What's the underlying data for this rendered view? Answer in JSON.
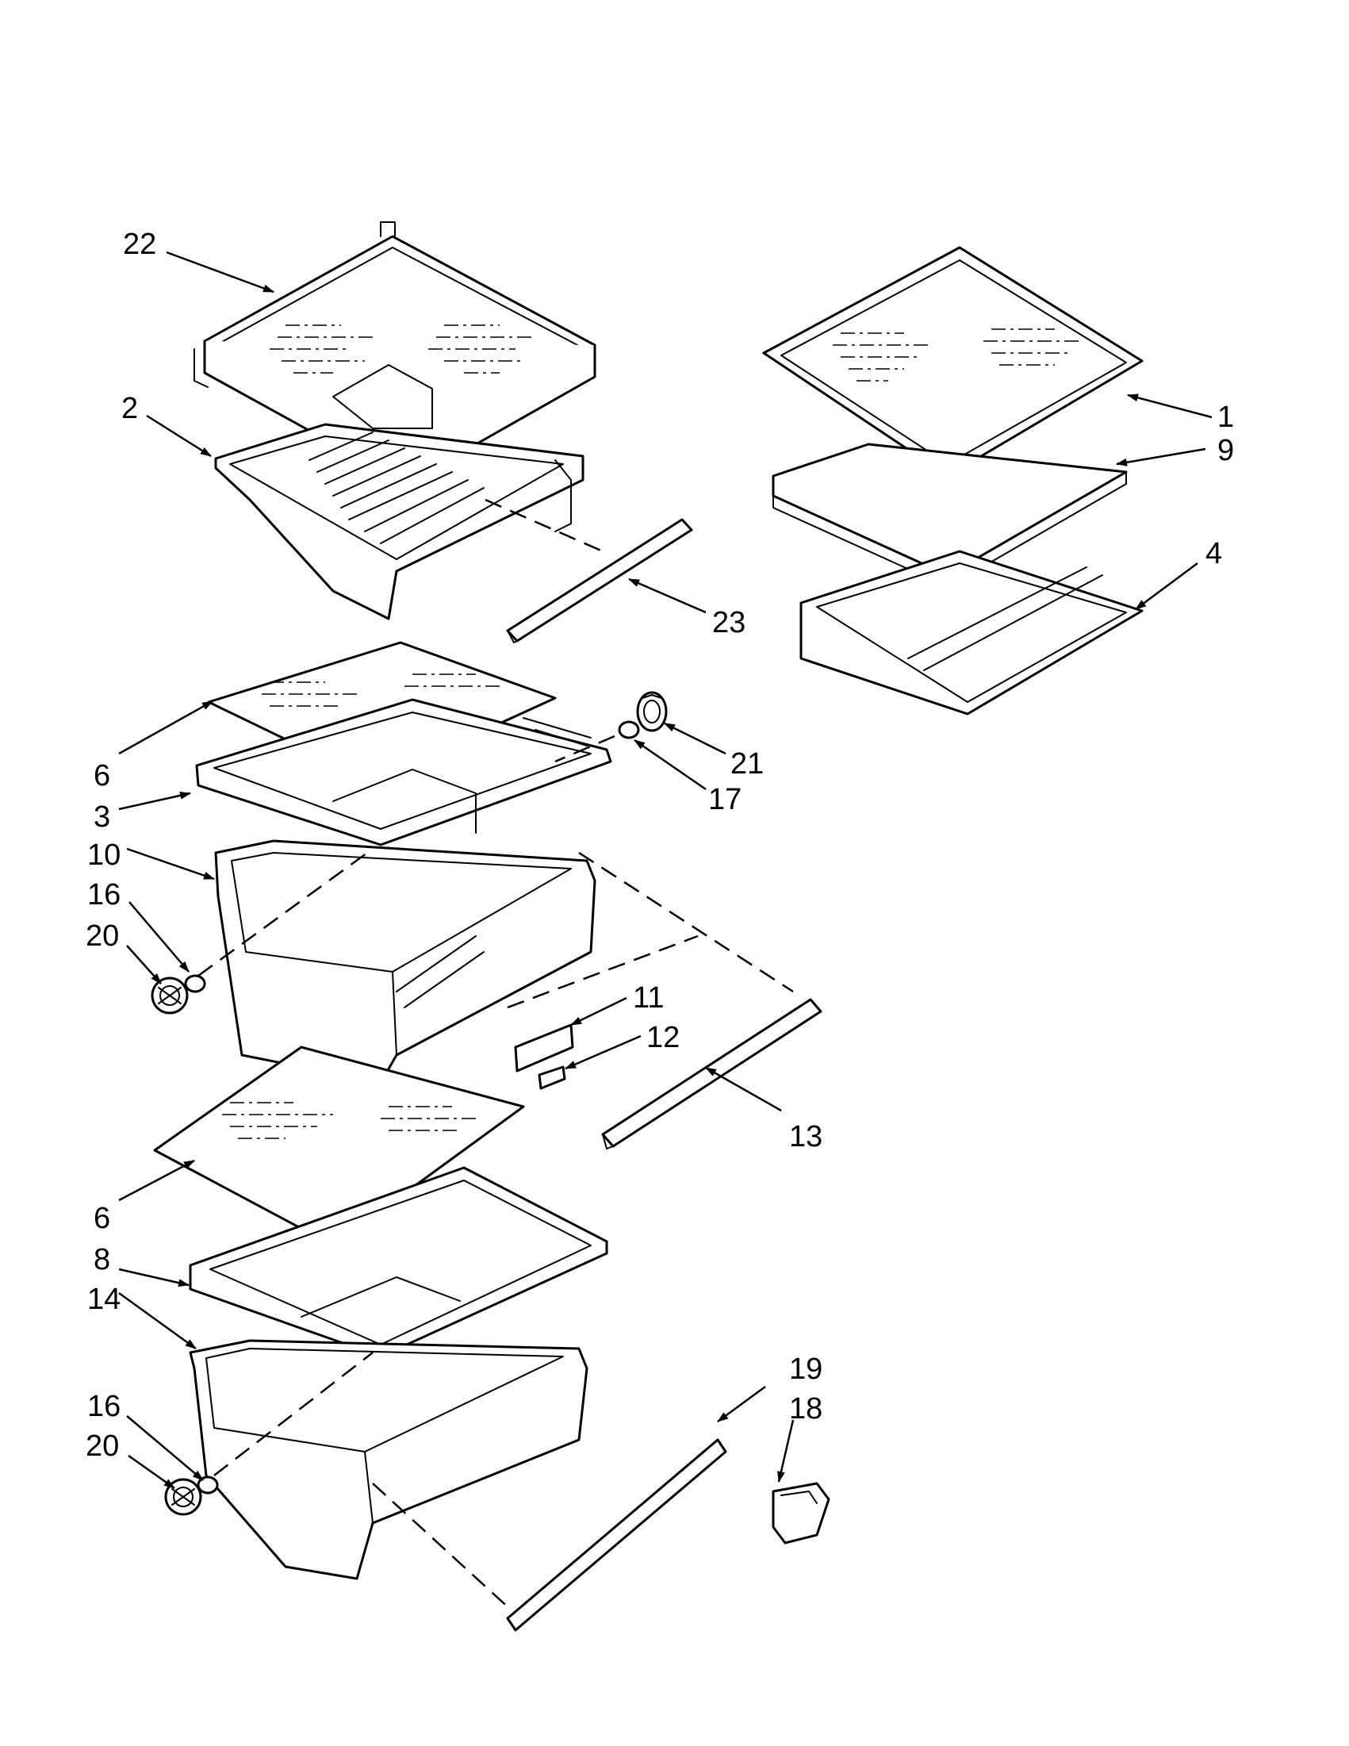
{
  "callouts": [
    {
      "id": "c22",
      "text": "22"
    },
    {
      "id": "c2",
      "text": "2"
    },
    {
      "id": "c1",
      "text": "1"
    },
    {
      "id": "c9",
      "text": "9"
    },
    {
      "id": "c4",
      "text": "4"
    },
    {
      "id": "c23",
      "text": "23"
    },
    {
      "id": "c21",
      "text": "21"
    },
    {
      "id": "c17",
      "text": "17"
    },
    {
      "id": "c6a",
      "text": "6"
    },
    {
      "id": "c3",
      "text": "3"
    },
    {
      "id": "c10",
      "text": "10"
    },
    {
      "id": "c16a",
      "text": "16"
    },
    {
      "id": "c20a",
      "text": "20"
    },
    {
      "id": "c11",
      "text": "11"
    },
    {
      "id": "c12",
      "text": "12"
    },
    {
      "id": "c13",
      "text": "13"
    },
    {
      "id": "c6b",
      "text": "6"
    },
    {
      "id": "c8",
      "text": "8"
    },
    {
      "id": "c14",
      "text": "14"
    },
    {
      "id": "c19",
      "text": "19"
    },
    {
      "id": "c18",
      "text": "18"
    },
    {
      "id": "c16b",
      "text": "16"
    },
    {
      "id": "c20b",
      "text": "20"
    }
  ]
}
